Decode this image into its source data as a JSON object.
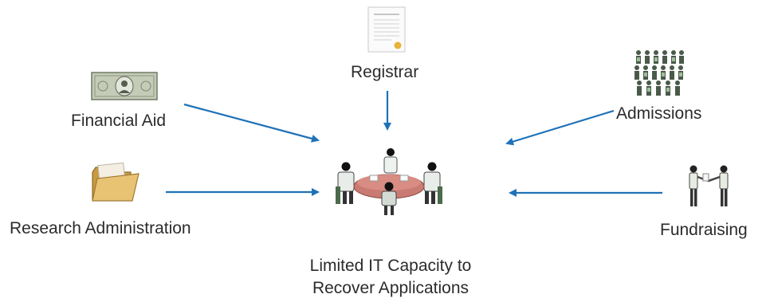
{
  "nodes": {
    "registrar": "Registrar",
    "financial_aid": "Financial Aid",
    "admissions": "Admissions",
    "research_administration": "Research Administration",
    "fundraising": "Fundraising"
  },
  "center": {
    "line1": "Limited IT Capacity to",
    "line2": "Recover Applications"
  },
  "colors": {
    "arrow": "#1f72b8",
    "table": "#c97a72"
  },
  "icons": {
    "registrar": "certificate-icon",
    "financial_aid": "dollar-bill-icon",
    "admissions": "crowd-icon",
    "research_administration": "folder-icon",
    "fundraising": "handshake-icon",
    "center": "meeting-table-icon"
  }
}
